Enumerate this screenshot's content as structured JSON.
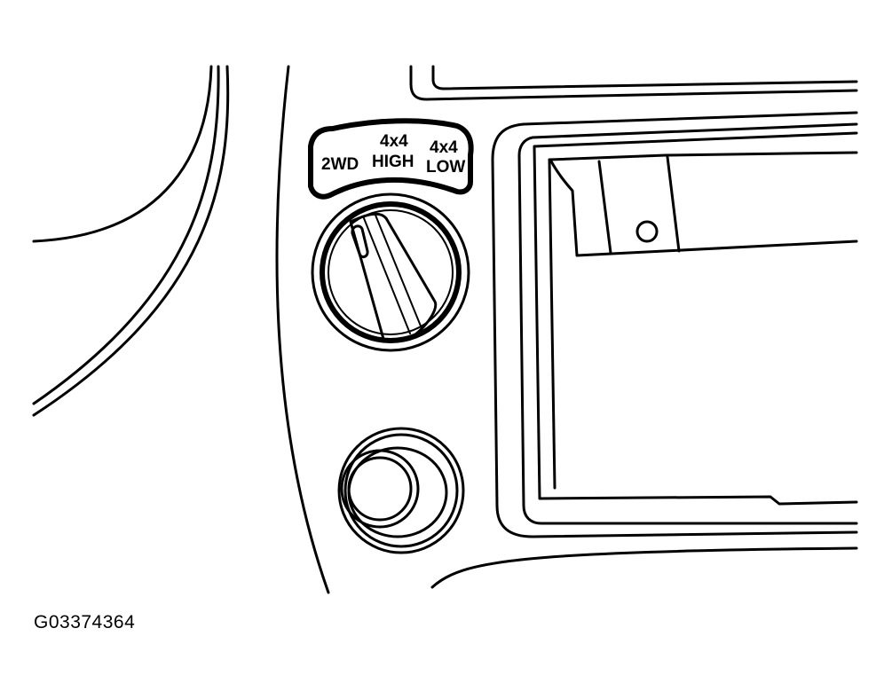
{
  "selector_labels": {
    "two_wd": "2WD",
    "high": [
      "4x4",
      "HIGH"
    ],
    "low": [
      "4x4",
      "LOW"
    ]
  },
  "figure_id": "G03374364"
}
